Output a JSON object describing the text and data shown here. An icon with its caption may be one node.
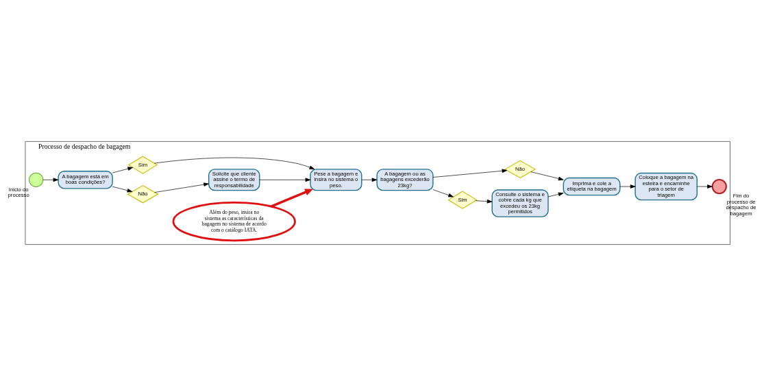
{
  "diagram": {
    "nodes": [
      {
        "text": [
          "Processo de despacho de bagagem"
        ]
      },
      {
        "text": [],
        "shape": "circle",
        "beside": [
          "Inicio do processo"
        ],
        "in": 0
      },
      {
        "text": [
          "A bagagem está em boas condições?"
        ],
        "in": 0
      },
      {
        "text": [
          "Não"
        ],
        "in": 0
      },
      {
        "text": [
          "Solicite que cliente assine o termo de responsabilidade"
        ],
        "in": 0
      },
      {
        "text": [
          "Sim"
        ],
        "in": 0
      },
      {
        "text": [
          "Pese a bagagem e insira no sistema o peso."
        ],
        "in": 0
      },
      {
        "text": [
          "A bagagem ou as bagagens excederão 23kg?"
        ],
        "in": 0
      },
      {
        "text": [
          "Sim"
        ],
        "in": 0
      },
      {
        "text": [
          "Não"
        ],
        "in": 0
      },
      {
        "text": [
          "Consulte o sistema e cobre cada kg que excedeu os 23kg permitidos"
        ],
        "in": 0
      },
      {
        "text": [
          "Imprima e cole a etiqueta na bagagem"
        ],
        "in": 0
      },
      {
        "text": [
          "Coloque a bagagem na esteira e encaminhe para o setor de triagem"
        ],
        "in": 0
      },
      {
        "text": [],
        "shape": "circle",
        "beside": [
          "Fim do processo de despacho de bagagem"
        ],
        "in": 0
      },
      {
        "text": [
          "Além do peso, insira no sistema as características da bagagem no sistema de acordo com o catálogo IATA."
        ],
        "in": 0
      }
    ],
    "edges": [
      {
        "from": 1,
        "to": 2,
        "arrow": "to"
      },
      {
        "from": 2,
        "to": 3,
        "arrow": "to"
      },
      {
        "from": 3,
        "to": 4,
        "arrow": "to"
      },
      {
        "from": 2,
        "to": 5,
        "arrow": "to"
      },
      {
        "from": 4,
        "to": 6,
        "arrow": "to"
      },
      {
        "from": 5,
        "to": 6,
        "arrow": "to"
      },
      {
        "from": 6,
        "to": 7,
        "arrow": "to"
      },
      {
        "from": 7,
        "to": 8,
        "arrow": "to"
      },
      {
        "from": 7,
        "to": 9,
        "arrow": "to"
      },
      {
        "from": 8,
        "to": 10,
        "arrow": "to"
      },
      {
        "from": 10,
        "to": 11,
        "arrow": "to"
      },
      {
        "from": 9,
        "to": 11,
        "arrow": "to"
      },
      {
        "from": 11,
        "to": 12,
        "arrow": "to"
      },
      {
        "from": 12,
        "to": 13,
        "arrow": "to"
      },
      {
        "from": 14,
        "to": 6,
        "arrow": "to",
        "style": "thick",
        "color": "#e01010"
      }
    ]
  }
}
